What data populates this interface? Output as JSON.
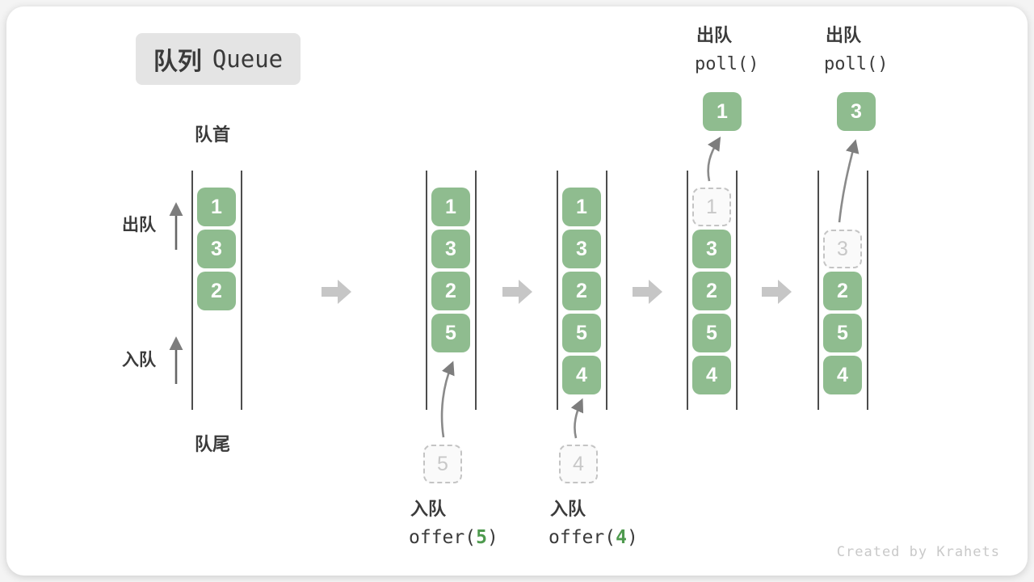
{
  "title": {
    "badge_zh": "队列",
    "badge_en": "Queue"
  },
  "side_labels": {
    "front": "队首",
    "rear": "队尾",
    "dequeue": "出队",
    "enqueue": "入队"
  },
  "states": [
    {
      "boxes": {
        "b0": "1",
        "b1": "3",
        "b2": "2"
      }
    },
    {
      "boxes": {
        "b0": "1",
        "b1": "3",
        "b2": "2",
        "b3": "5"
      },
      "pending": "5",
      "op": {
        "zh": "入队",
        "pre": "offer(",
        "arg": "5",
        "post": ")"
      }
    },
    {
      "boxes": {
        "b0": "1",
        "b1": "3",
        "b2": "2",
        "b3": "5",
        "b4": "4"
      },
      "pending": "4",
      "op": {
        "zh": "入队",
        "pre": "offer(",
        "arg": "4",
        "post": ")"
      }
    },
    {
      "boxes": {
        "b0": "1",
        "b1": "3",
        "b2": "2",
        "b3": "5",
        "b4": "4"
      },
      "popped": "1",
      "op": {
        "zh": "出队",
        "code": "poll()"
      }
    },
    {
      "boxes": {
        "b1": "3",
        "b2": "2",
        "b3": "5",
        "b4": "4"
      },
      "popped": "3",
      "op": {
        "zh": "出队",
        "code": "poll()"
      }
    }
  ],
  "watermark": "Created by Krahets",
  "colors": {
    "box_green": "#8fbc8f",
    "accent_green": "#4e9a4e",
    "block_arrow_gray": "#c6c6c6",
    "curve_arrow_gray": "#8a8a8a",
    "text_dark": "#3b3b3b",
    "dashed_border_gray": "#c4c4c4",
    "badge_bg": "#e4e4e4",
    "watermark_gray": "#c9c9c9"
  }
}
